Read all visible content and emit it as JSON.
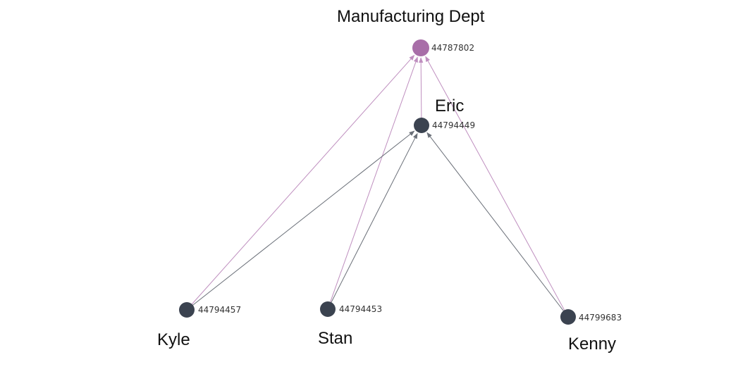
{
  "colors": {
    "dept_node": "#a86ea8",
    "person_node": "#3b4350",
    "edge_dept": "#bf8fbf",
    "edge_manager": "#6a6f78",
    "background": "#ffffff"
  },
  "nodes": [
    {
      "key": "dept",
      "label": "Manufacturing Dept",
      "id": "44787802",
      "kind": "department"
    },
    {
      "key": "eric",
      "label": "Eric",
      "id": "44794449",
      "kind": "person"
    },
    {
      "key": "kyle",
      "label": "Kyle",
      "id": "44794457",
      "kind": "person"
    },
    {
      "key": "stan",
      "label": "Stan",
      "id": "44794453",
      "kind": "person"
    },
    {
      "key": "kenny",
      "label": "Kenny",
      "id": "44799683",
      "kind": "person"
    }
  ],
  "edges": [
    {
      "from": "eric",
      "to": "dept",
      "kind": "department"
    },
    {
      "from": "kyle",
      "to": "dept",
      "kind": "department"
    },
    {
      "from": "stan",
      "to": "dept",
      "kind": "department"
    },
    {
      "from": "kenny",
      "to": "dept",
      "kind": "department"
    },
    {
      "from": "kyle",
      "to": "eric",
      "kind": "manager"
    },
    {
      "from": "stan",
      "to": "eric",
      "kind": "manager"
    },
    {
      "from": "kenny",
      "to": "eric",
      "kind": "manager"
    }
  ]
}
